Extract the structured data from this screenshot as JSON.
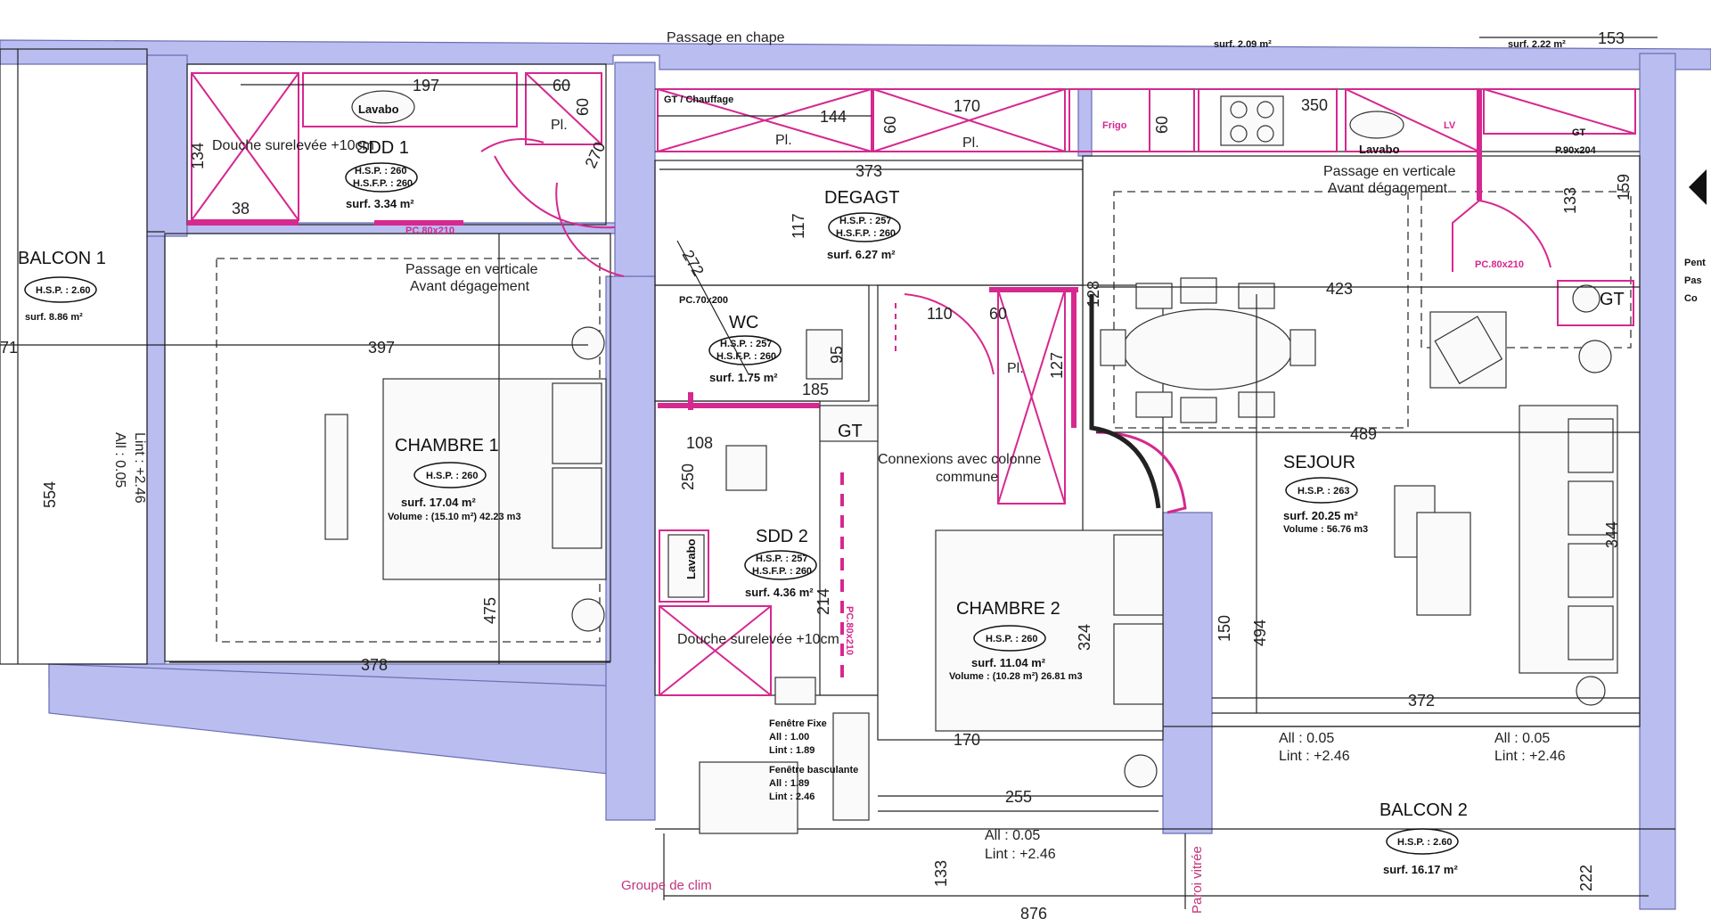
{
  "rooms": {
    "balcon1": {
      "name": "BALCON 1",
      "hsp": "H.S.P. : 2.60",
      "surf": "surf. 8.86 m²"
    },
    "sdd1": {
      "name": "SDD 1",
      "hsp": "H.S.P. : 260",
      "hsfp": "H.S.F.P. : 260",
      "surf": "surf. 3.34 m²"
    },
    "chambre1": {
      "name": "CHAMBRE 1",
      "hsp": "H.S.P. : 260",
      "surf": "surf. 17.04 m²",
      "volume": "Volume : (15.10 m²) 42.23 m3"
    },
    "degagt": {
      "name": "DEGAGT",
      "hsp": "H.S.P. : 257",
      "hsfp": "H.S.F.P. : 260",
      "surf": "surf. 6.27 m²"
    },
    "wc": {
      "name": "WC",
      "hsp": "H.S.P. : 257",
      "hsfp": "H.S.F.P. : 260",
      "surf": "surf. 1.75 m²"
    },
    "sdd2": {
      "name": "SDD 2",
      "hsp": "H.S.P. : 257",
      "hsfp": "H.S.F.P. : 260",
      "surf": "surf. 4.36 m²"
    },
    "chambre2": {
      "name": "CHAMBRE 2",
      "hsp": "H.S.P. : 260",
      "surf": "surf. 11.04 m²",
      "volume": "Volume : (10.28 m²) 26.81 m3"
    },
    "sejour": {
      "name": "SEJOUR",
      "hsp": "H.S.P. : 263",
      "surf": "surf. 20.25 m²",
      "volume": "Volume : 56.76 m3"
    },
    "balcon2": {
      "name": "BALCON 2",
      "hsp": "H.S.P. : 2.60",
      "surf": "surf. 16.17 m²"
    }
  },
  "top_surfaces": {
    "left": "surf. 2.09 m²",
    "right": "surf. 2.22 m²"
  },
  "notes": {
    "passage_chape": "Passage en chape",
    "passage_verticale": "Passage en verticale",
    "avant_degagement": "Avant dégagement",
    "passage_verticale_2": "Passage en verticale",
    "avant_degagement_2": "Avant dégagement",
    "connexions": "Connexions avec colonne",
    "commune": "commune",
    "gt_chauffage": "GT / Chauffage",
    "gt1": "GT",
    "gt2": "GT",
    "gt3": "GT",
    "lavabo1": "Lavabo",
    "lavabo2": "Lavabo",
    "lavabo3": "Lavabo",
    "douche1": "Douche surelevée +10cm",
    "douche2": "Douche surelevée +10cm",
    "frigo": "Frigo",
    "lv": "LV",
    "pl1": "Pl.",
    "pl2": "Pl.",
    "pl3": "Pl.",
    "pl4": "Pl.",
    "pc1": "PC.80x210",
    "pc2": "PC.70x200",
    "pc3": "PC.80x210",
    "pc4": "P.90x204",
    "pc5": "PC.80x210",
    "groupe_clim": "Groupe de clim",
    "fenetre_fixe": "Fenêtre Fixe",
    "all1": "All : 1.00",
    "lint1": "Lint : 1.89",
    "fenetre_basculante": "Fenêtre basculante",
    "all2": "All : 1.89",
    "lint2": "Lint : 2.46",
    "all_b1": "All : 0.05",
    "lint_b1": "Lint : +2.46",
    "all_c2": "All : 0.05",
    "lint_c2": "Lint : +2.46",
    "all_s1": "All : 0.05",
    "lint_s1": "Lint : +2.46",
    "all_s2": "All : 0.05",
    "lint_s2": "Lint : +2.46",
    "vitree": "Paroi vitrée",
    "edge1": "Pent",
    "edge2": "Pas",
    "edge3": "Co"
  },
  "dimensions": {
    "d197": "197",
    "d60a": "60",
    "d60b": "60",
    "d134": "134",
    "d38": "38",
    "d270": "270",
    "d144": "144",
    "d60c": "60",
    "d170": "170",
    "d350": "350",
    "d60d": "60",
    "d153": "153",
    "d373": "373",
    "d117": "117",
    "d272": "272",
    "d133": "133",
    "d159": "159",
    "d397": "397",
    "d71": "71",
    "d554": "554",
    "d475": "475",
    "d378": "378",
    "d110": "110",
    "d60e": "60",
    "d127": "127",
    "d185": "185",
    "d95": "95",
    "d108": "108",
    "d250": "250",
    "d214": "214",
    "d423": "423",
    "d489": "489",
    "d344": "344",
    "d494": "494",
    "d150": "150",
    "d372": "372",
    "d324": "324",
    "d170b": "170",
    "d255": "255",
    "d133b": "133",
    "d222": "222",
    "d876": "876",
    "d128": "128"
  }
}
